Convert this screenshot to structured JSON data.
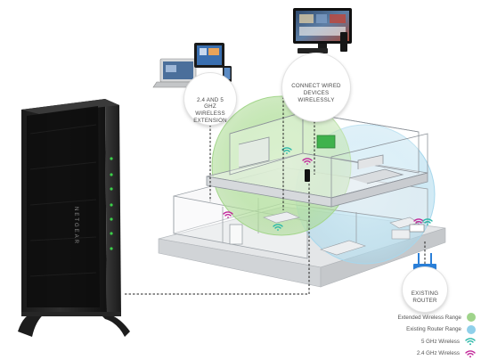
{
  "callouts": {
    "wired": "CONNECT WIRED DEVICES WIRELESSLY",
    "wireless": "2.4 AND 5 GHz WIRELESS EXTENSION",
    "router": "EXISTING ROUTER"
  },
  "device": {
    "brand": "NETGEAR"
  },
  "legend": [
    {
      "label": "Extended Wireless Range",
      "symbol": "circle",
      "color": "#9fd48b"
    },
    {
      "label": "Existing Router Range",
      "symbol": "circle",
      "color": "#8fd0ea"
    },
    {
      "label": "5 GHz Wireless",
      "symbol": "wifi",
      "color": "#2bb8a8"
    },
    {
      "label": "2.4 GHz Wireless",
      "symbol": "wifi",
      "color": "#c2289a"
    }
  ],
  "colors": {
    "extended_range": "#9fd48b",
    "router_range": "#8fd0ea",
    "wifi_5ghz": "#2bb8a8",
    "wifi_24ghz": "#c2289a",
    "router_blue": "#2a7fd8"
  }
}
